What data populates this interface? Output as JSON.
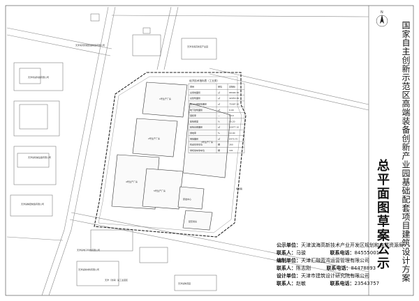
{
  "title_main": "国家自主创新示范区高端装备创新产业园基础配套项目建筑设计方案",
  "title_sub": "总平面图草案公示",
  "north_label": "N",
  "table": {
    "title": "经济技术指标表（工业类）",
    "headers": [
      "项目",
      "单位",
      "总指标"
    ],
    "rows": [
      [
        "总用地面积",
        "㎡",
        "68494.70"
      ],
      [
        "总建筑面积",
        "㎡",
        "42053.30"
      ],
      [
        "地上计容建筑面积",
        "㎡",
        "75087.10"
      ],
      [
        "地下建筑面积",
        "㎡",
        "0.00"
      ],
      [
        "容积率",
        "—",
        "1.10"
      ],
      [
        "建筑密度",
        "%",
        "50.20"
      ],
      [
        "建筑基底面积",
        "㎡",
        "33977.10"
      ],
      [
        "绿地率",
        "%",
        "10.00"
      ],
      [
        "绿地面积",
        "㎡",
        "6470.70"
      ],
      [
        "机动车停车位",
        "辆",
        "260"
      ],
      [
        "非机动车停车位",
        "辆",
        "101"
      ]
    ]
  },
  "buildings": {
    "b1": "1号生产厂房",
    "b2": "2号生产厂房",
    "b3": "3号生产厂房",
    "b4": "4号生产厂房",
    "b5": "5号生产厂房",
    "b6": "研发中心",
    "b7": "配套用房"
  },
  "neighbors": {
    "n1": "天津海河智能装备制造有限公司",
    "n2": "天津滨海高新区产业园",
    "n3": "天津市某科技有限公司",
    "n4": "天津某机械设备有限公司",
    "n5": "天津某精密制造有限公司",
    "n6": "天津某电子科技有限公司",
    "n7": "天津某新材料有限公司",
    "n8": "天津（滨海）某工业园区",
    "n9": "天津某物流园",
    "road": "规划路"
  },
  "info": {
    "publisher_label": "公示单位：",
    "publisher": "天津滨海高新技术产业开发区规划和自然资源局",
    "contact1_label": "联系人：",
    "contact1": "马骏",
    "phone1_label": "联系电话：",
    "phone1": "84555001",
    "builder_label": "编制单位：",
    "builder": "天津汇融蓝湾运营管理有限公司",
    "contact2_label": "联系人：",
    "contact2": "陈志刚",
    "phone2_label": "联系电话：",
    "phone2": "84478893",
    "designer_label": "设计单位：",
    "designer": "天津市建筑设计研究院有限公司",
    "contact3_label": "联系人：",
    "contact3": "赵敏",
    "phone3_label": "联系电话：",
    "phone3": "23543757"
  },
  "colors": {
    "line": "#555555",
    "road": "#888888",
    "boundary": "#222222",
    "text": "#111111"
  }
}
